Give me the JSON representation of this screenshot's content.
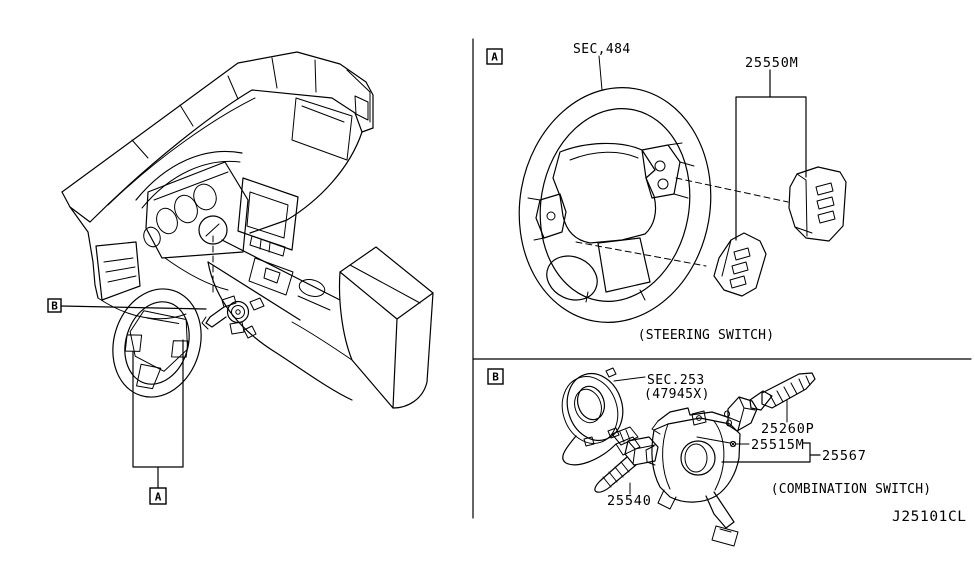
{
  "colors": {
    "ink": "#000000",
    "background": "#ffffff"
  },
  "diagram_code": "J25101CL",
  "left_view": {
    "callout_a": "A",
    "callout_b": "B"
  },
  "section_a": {
    "callout": "A",
    "sec_ref": "SEC,484",
    "part_25550m": "25550M",
    "caption": "(STEERING SWITCH)"
  },
  "section_b": {
    "callout": "B",
    "sec_ref": "SEC.253",
    "sec_ref_sub": "(47945X)",
    "part_25260p": "25260P",
    "part_25515m": "25515M",
    "part_25567": "25567",
    "part_25540": "25540",
    "caption": "(COMBINATION SWITCH)"
  }
}
